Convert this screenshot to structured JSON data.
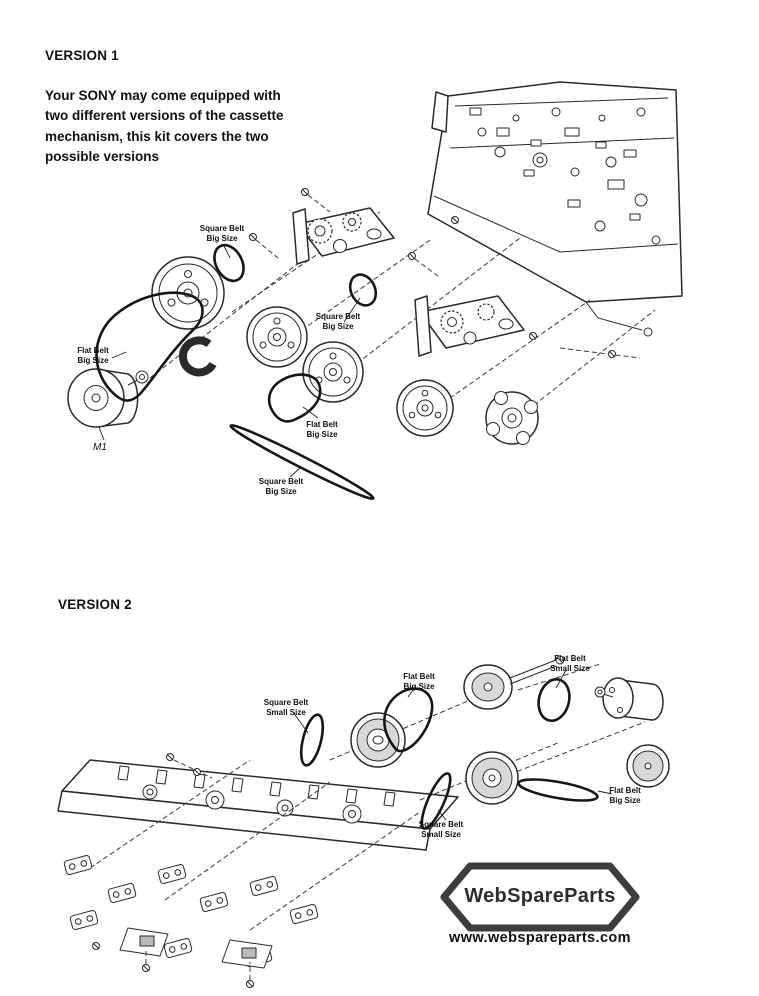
{
  "colors": {
    "background": "#ffffff",
    "ink": "#1a1a1a"
  },
  "version1": {
    "title": "VERSION 1",
    "description": "Your SONY may come equipped with\ntwo different versions of the cassette\nmechanism, this kit covers the two\npossible versions",
    "labels": {
      "square_belt_top": "Square Belt\nBig Size",
      "flat_belt_left": "Flat Belt\nBig Size",
      "motor": "M1",
      "square_belt_mid": "Square Belt\nBig Size",
      "flat_belt_mid": "Flat Belt\nBig Size",
      "square_belt_bottom": "Square Belt\nBig Size"
    }
  },
  "version2": {
    "title": "VERSION 2",
    "labels": {
      "square_belt_small_left": "Square Belt\nSmall Size",
      "flat_belt_big_top": "Flat Belt\nBig Size",
      "flat_belt_small": "Flat Belt\nSmall Size",
      "square_belt_small_bottom": "Square Belt\nSmall Size",
      "flat_belt_big_right": "Flat Belt\nBig Size"
    }
  },
  "branding": {
    "logo": "WebSpareParts",
    "url": "www.webspareparts.com"
  }
}
